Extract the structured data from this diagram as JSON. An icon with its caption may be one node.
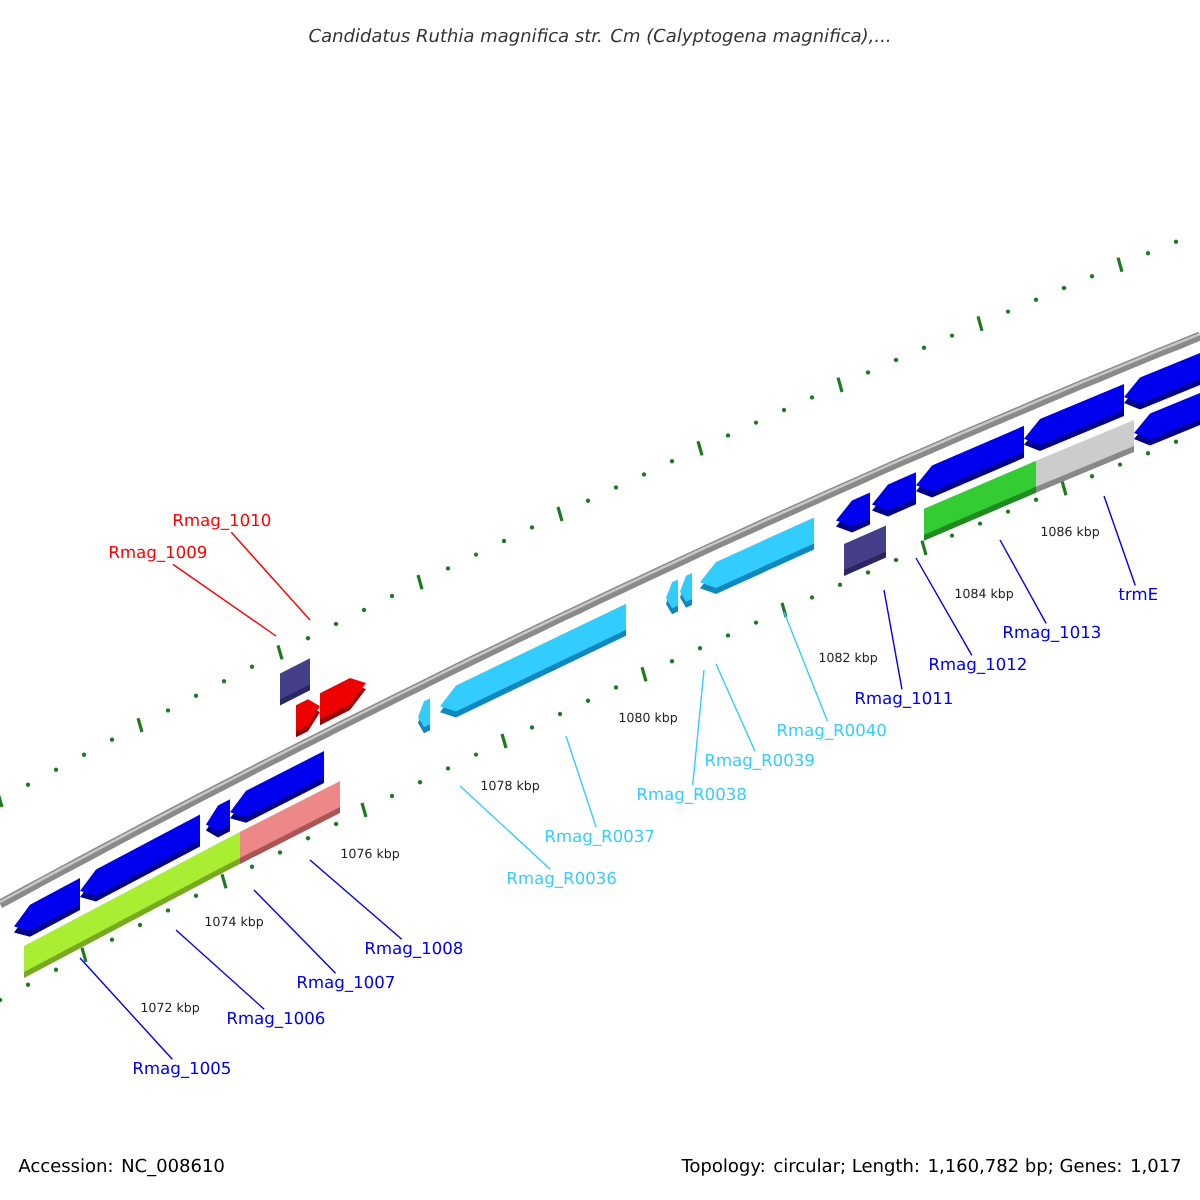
{
  "diagram": {
    "title": "Candidatus Ruthia magnifica str. Cm (Calyptogena magnifica),...",
    "nodes": [
      {
        "text": [
          "Rmag_1010"
        ]
      },
      {
        "text": [
          "Rmag_1009"
        ]
      },
      {
        "text": [
          "Rmag_1005"
        ]
      },
      {
        "text": [
          "Rmag_1006"
        ]
      },
      {
        "text": [
          "Rmag_1007"
        ]
      },
      {
        "text": [
          "Rmag_1008"
        ]
      },
      {
        "text": [
          "Rmag_R0036"
        ]
      },
      {
        "text": [
          "Rmag_R0037"
        ]
      },
      {
        "text": [
          "Rmag_R0038"
        ]
      },
      {
        "text": [
          "Rmag_R0039"
        ]
      },
      {
        "text": [
          "Rmag_R0040"
        ]
      },
      {
        "text": [
          "Rmag_1011"
        ]
      },
      {
        "text": [
          "Rmag_1012"
        ]
      },
      {
        "text": [
          "Rmag_1013"
        ]
      },
      {
        "text": [
          "trmE"
        ]
      }
    ],
    "edges": [
      {
        "from": 0,
        "to": null,
        "arrow": "none",
        "color": "#ff0000"
      },
      {
        "from": 1,
        "to": null,
        "arrow": "none",
        "color": "#ff0000"
      },
      {
        "from": 2,
        "to": null,
        "arrow": "none"
      },
      {
        "from": 3,
        "to": null,
        "arrow": "none"
      },
      {
        "from": 4,
        "to": null,
        "arrow": "none"
      },
      {
        "from": 5,
        "to": null,
        "arrow": "none"
      },
      {
        "from": 6,
        "to": null,
        "arrow": "none",
        "color": "#33ccff"
      },
      {
        "from": 7,
        "to": null,
        "arrow": "none",
        "color": "#33ccff"
      },
      {
        "from": 8,
        "to": null,
        "arrow": "none",
        "color": "#33ccff"
      },
      {
        "from": 9,
        "to": null,
        "arrow": "none",
        "color": "#33ccff"
      },
      {
        "from": 10,
        "to": null,
        "arrow": "none",
        "color": "#33ccff"
      },
      {
        "from": 11,
        "to": null,
        "arrow": "none"
      },
      {
        "from": 12,
        "to": null,
        "arrow": "none"
      },
      {
        "from": 13,
        "to": null,
        "arrow": "none"
      },
      {
        "from": 14,
        "to": null,
        "arrow": "none"
      }
    ],
    "labels": [
      "1086 kbp",
      "1084 kbp",
      "1082 kbp",
      "1080 kbp",
      "1078 kbp",
      "1076 kbp",
      "1074 kbp",
      "1072 kbp",
      "Accession: NC_008610",
      "Topology: circular; Length: 1,160,782 bp; Genes: 1,017"
    ]
  }
}
